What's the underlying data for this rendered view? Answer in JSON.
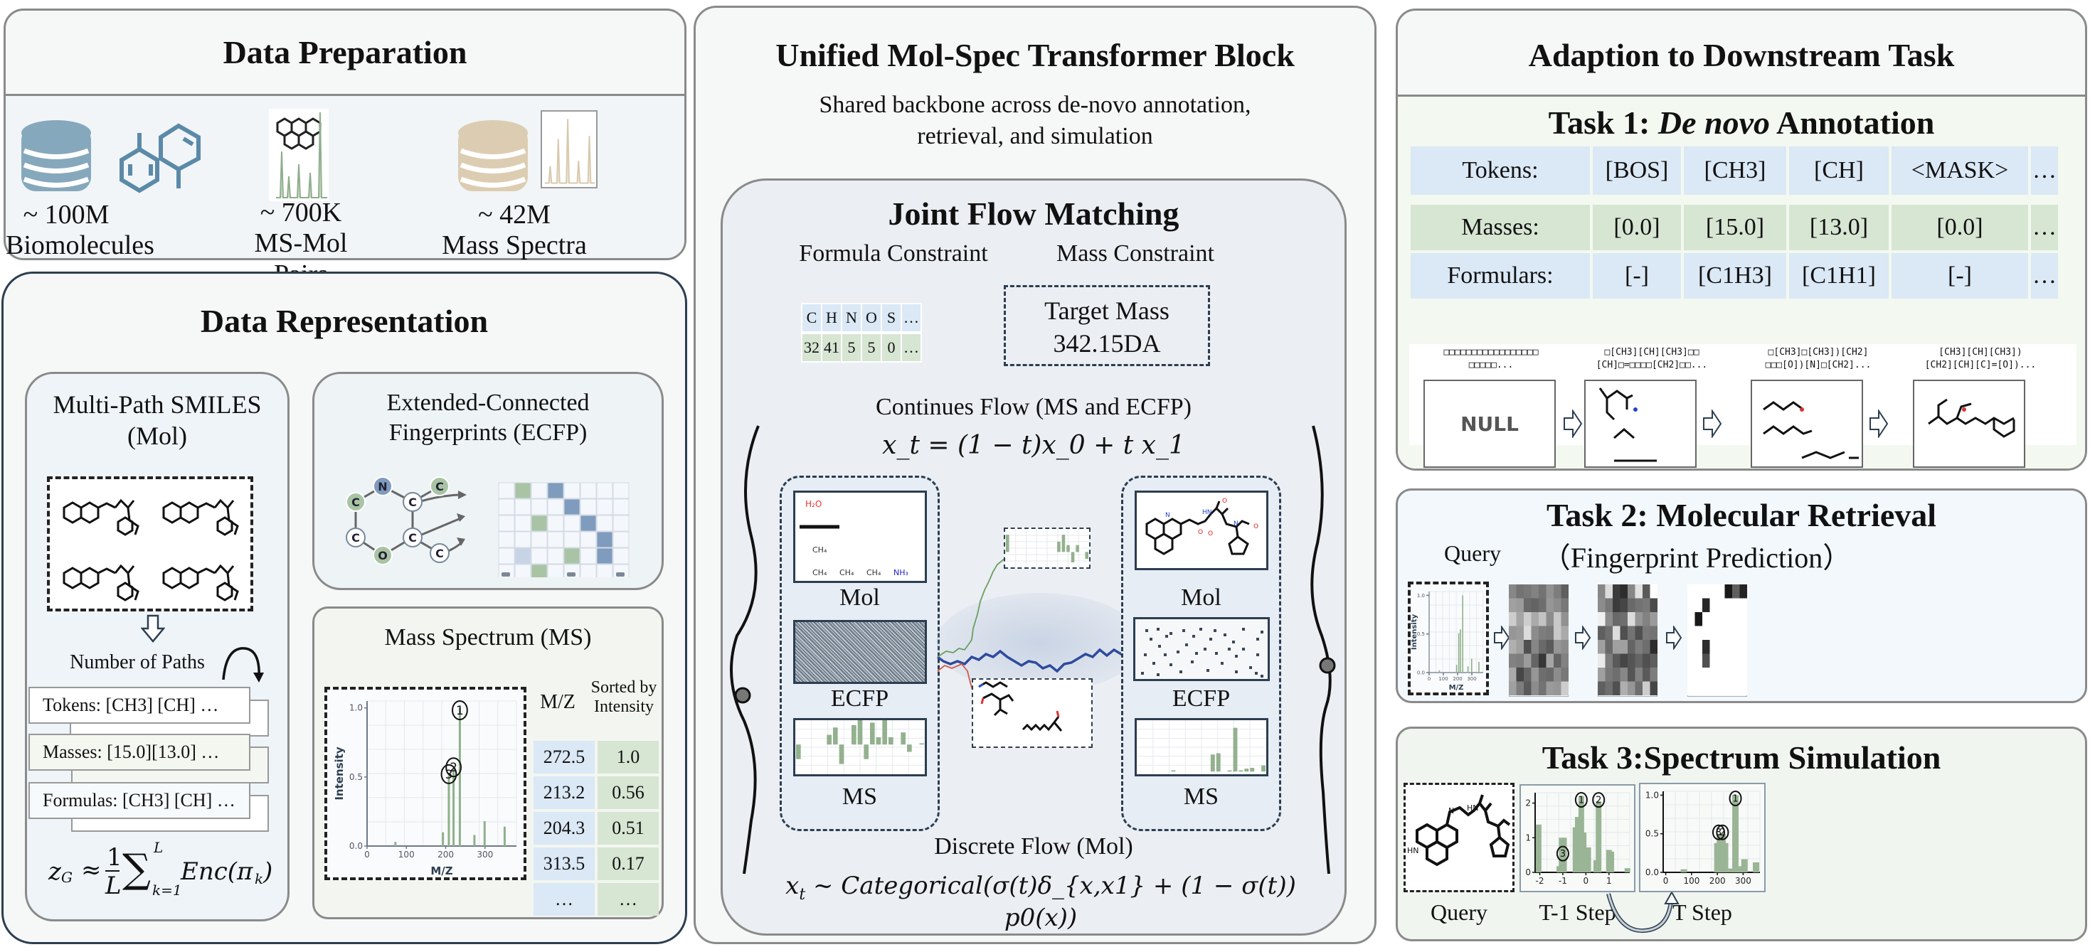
{
  "data_preparation": {
    "title": "Data Preparation",
    "items": [
      {
        "icon": "database-icon",
        "count": "~ 100M",
        "label": "Biomolecules",
        "color": "#86a8bc"
      },
      {
        "icon": "molecule-spectrum-icon",
        "count": "~ 700K",
        "label": "MS-Mol Pairs",
        "color": "#9bb89a"
      },
      {
        "icon": "database-icon",
        "count": "~ 42M",
        "label": "Mass Spectra",
        "color": "#dccdb2"
      }
    ]
  },
  "data_representation": {
    "title": "Data Representation",
    "smiles": {
      "title_line1": "Multi-Path SMILES",
      "title_line2": "(Mol)",
      "paths_label": "Number of  Paths",
      "cards": [
        {
          "label": "Tokens:  [CH3]  [CH]  …"
        },
        {
          "label": "Masses:  [15.0][13.0]   …"
        },
        {
          "label": "Formulas: [CH3] [CH] …"
        }
      ],
      "formula": {
        "lhs": "z",
        "lhs_sub": "G",
        "approx": "≈",
        "frac_num": "1",
        "frac_den": "L",
        "sum_upper": "L",
        "sum_lower": "k=1",
        "term": "Enc(π",
        "term_sub": "k",
        "term_close": ")"
      }
    },
    "ecfp": {
      "title_line1": "Extended-Connected",
      "title_line2": "Fingerprints (ECFP)",
      "atoms": [
        "C",
        "N",
        "C",
        "C",
        "C",
        "O",
        "C",
        "C"
      ]
    },
    "mass_spectrum": {
      "title": "Mass Spectrum (MS)",
      "table_header_mz": "M/Z",
      "table_header_intensity": "Sorted by Intensity",
      "rows": [
        {
          "mz": "272.5",
          "intensity": "1.0"
        },
        {
          "mz": "213.2",
          "intensity": "0.56"
        },
        {
          "mz": "204.3",
          "intensity": "0.51"
        },
        {
          "mz": "313.5",
          "intensity": "0.17"
        },
        {
          "mz": "…",
          "intensity": "…"
        }
      ]
    }
  },
  "transformer_block": {
    "title": "Unified Mol-Spec Transformer Block",
    "subtitle_line1": "Shared backbone across de-novo annotation,",
    "subtitle_line2": "retrieval, and simulation",
    "joint_flow": {
      "title": "Joint Flow Matching",
      "formula_constraint_label": "Formula Constraint",
      "mass_constraint_label": "Mass Constraint",
      "formula_elements": [
        "C",
        "H",
        "N",
        "O",
        "S",
        "…"
      ],
      "formula_counts": [
        "32",
        "41",
        "5",
        "5",
        "0",
        "…"
      ],
      "target_mass_label": "Target Mass",
      "target_mass_value": "342.15DA",
      "continuous_flow_label": "Continues Flow (MS and ECFP)",
      "continuous_formula": "x_t = (1 − t)x_0 + t x_1",
      "left_group": {
        "labels": [
          "Mol",
          "ECFP",
          "MS"
        ],
        "mol_fragments": [
          "H2O",
          "CH4",
          "CH4",
          "CH4",
          "CH4",
          "NH3"
        ]
      },
      "right_group": {
        "labels": [
          "Mol",
          "ECFP",
          "MS"
        ]
      },
      "discrete_flow_label": "Discrete Flow (Mol)",
      "discrete_formula_prefix": "x",
      "discrete_formula_sub": "t",
      "discrete_formula_body": "~ Categorical(σ(t)δ_{x,x1} + (1 − σ(t)) p0(x))"
    }
  },
  "downstream": {
    "title": "Adaption  to Downstream Task",
    "task1": {
      "title_prefix": "Task 1: ",
      "title_italic": "De novo",
      "title_suffix": " Annotation",
      "table": [
        {
          "header": "Tokens:",
          "cells": [
            "[BOS]",
            "[CH3]",
            "[CH]",
            "<MASK>",
            "…"
          ]
        },
        {
          "header": "Masses:",
          "cells": [
            "[0.0]",
            "[15.0]",
            "[13.0]",
            "[0.0]",
            "…"
          ]
        },
        {
          "header": "Formulars:",
          "cells": [
            "[-]",
            "[C1H3]",
            "[C1H1]",
            "[-]",
            "…"
          ]
        }
      ],
      "steps": [
        {
          "caption_line1": "□□□□□□□□□□□□□□□□□",
          "caption_line2": "□□□□□...",
          "content": "NULL"
        },
        {
          "caption_line1": "□[CH3][CH][CH3]□□",
          "caption_line2": "[CH]□=□□□□[CH2]□□...",
          "content": ""
        },
        {
          "caption_line1": "□[CH3]□[CH3])[CH2]",
          "caption_line2": "□□□[O])[N]□[CH2]...",
          "content": ""
        },
        {
          "caption_line1": "[CH3][CH][CH3])",
          "caption_line2": "[CH2][CH][C]=[O])...",
          "content": ""
        }
      ]
    },
    "task2": {
      "title": "Task 2: Molecular Retrieval",
      "subtitle": "（Fingerprint Prediction）",
      "query_label": "Query"
    },
    "task3": {
      "title": "Task 3:Spectrum Simulation",
      "query_label": "Query",
      "t1_label": "T-1 Step",
      "t_label": "T Step"
    }
  },
  "chart_data": [
    {
      "type": "bar",
      "title": "Mass Spectrum (MS) query",
      "xlabel": "M/Z",
      "ylabel": "Intensity",
      "xlim": [
        0,
        380
      ],
      "ylim": [
        0,
        1.05
      ],
      "xticks": [
        0,
        100,
        200,
        300
      ],
      "yticks": [
        0.0,
        0.5,
        1.0
      ],
      "x": [
        72,
        193,
        208,
        220,
        236,
        273,
        299,
        350
      ],
      "values": [
        0.03,
        0.1,
        0.51,
        0.56,
        1.0,
        0.08,
        0.18,
        0.14
      ],
      "annotations": [
        {
          "label": "1",
          "x": 236
        },
        {
          "label": "2",
          "x": 220
        },
        {
          "label": "3",
          "x": 208
        }
      ],
      "grid": true
    },
    {
      "type": "bar",
      "title": "T-1 Step",
      "xlim": [
        -2.2,
        1.9
      ],
      "ylim": [
        0,
        2.3
      ],
      "xticks": [
        -2,
        -1,
        0,
        1
      ],
      "yticks": [
        0,
        1,
        2
      ],
      "x": [
        -2.05,
        -1.15,
        -1.05,
        -0.95,
        -0.45,
        -0.35,
        -0.2,
        -0.1,
        0.0,
        0.1,
        0.45,
        0.55,
        1.0,
        1.1,
        1.8
      ],
      "values": [
        1.38,
        0.18,
        1.0,
        1.0,
        1.3,
        1.6,
        2.2,
        1.15,
        0.72,
        0.72,
        0.35,
        2.05,
        0.65,
        0.6,
        0.12
      ],
      "annotations": [
        {
          "label": "1",
          "x": -0.2
        },
        {
          "label": "2",
          "x": 0.55
        },
        {
          "label": "3",
          "x": -1.0
        }
      ],
      "grid": true
    },
    {
      "type": "bar",
      "title": "T Step",
      "xlim": [
        -10,
        365
      ],
      "ylim": [
        0,
        1.05
      ],
      "xticks": [
        0,
        100,
        200,
        300
      ],
      "yticks": [
        0.0,
        0.5,
        1.0
      ],
      "x": [
        70,
        200,
        210,
        220,
        230,
        255,
        270,
        282,
        295,
        305,
        350
      ],
      "values": [
        0.04,
        0.38,
        0.5,
        0.5,
        0.38,
        0.05,
        1.0,
        0.05,
        0.08,
        0.17,
        0.13
      ],
      "annotations": [
        {
          "label": "1",
          "x": 270
        },
        {
          "label": "2",
          "x": 220
        },
        {
          "label": "3",
          "x": 205
        }
      ],
      "grid": true
    }
  ]
}
